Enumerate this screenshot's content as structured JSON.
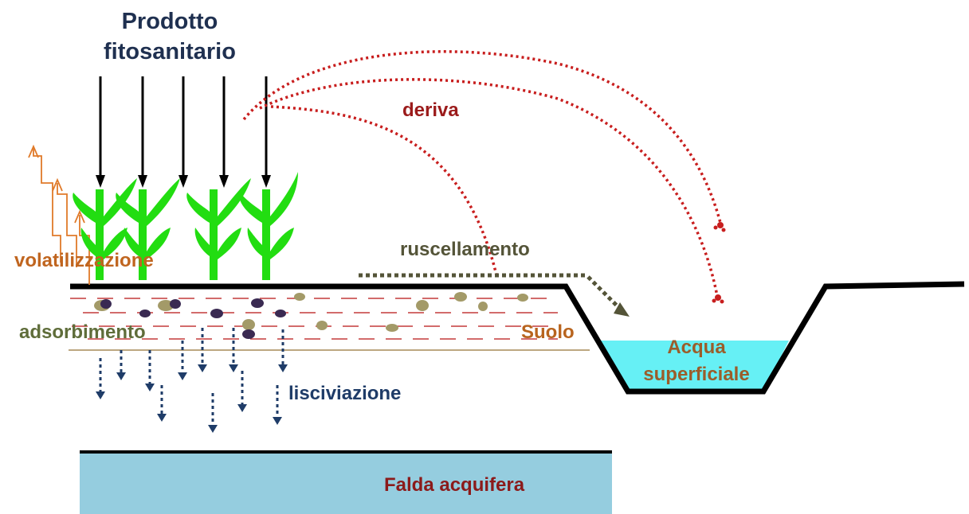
{
  "diagram": {
    "title_line1": "Prodotto",
    "title_line2": "fitosanitario",
    "deriva_label": "deriva",
    "ruscellamento_label": "ruscellamento",
    "volatilizzazione_label": "volatilizzazione",
    "adsorbimento_label": "adsorbimento",
    "suolo_label": "Suolo",
    "lisciviazione_label": "lisciviazione",
    "acqua_line1": "Acqua",
    "acqua_line2": "superficiale",
    "falda_label": "Falda acquifera"
  },
  "colors": {
    "title": "#1f3050",
    "deriva": "#c81e1e",
    "plant": "#22dd11",
    "volatilization": "#e07a2a",
    "leaching": "#1f3c68",
    "runoff": "#545438",
    "surface_water": "#66f0f5",
    "aquifer": "#95cddf",
    "soil_dash": "#c33a3a",
    "particle_light": "#a39a68",
    "particle_dark": "#3a2a52"
  }
}
